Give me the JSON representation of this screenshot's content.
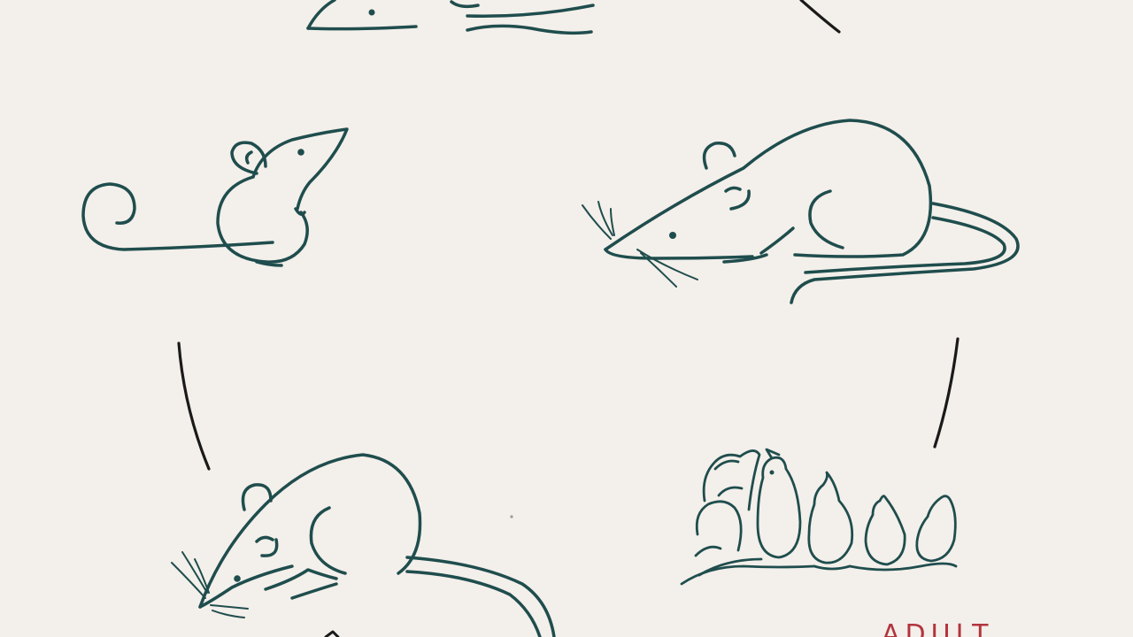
{
  "diagram": {
    "type": "life-cycle",
    "stages": [
      {
        "id": "top",
        "label": ""
      },
      {
        "id": "right-upper",
        "label": ""
      },
      {
        "id": "right-lower",
        "label": "ADULT"
      },
      {
        "id": "bottom-left",
        "label": ""
      },
      {
        "id": "left-upper",
        "label": ""
      }
    ]
  },
  "colors": {
    "background": "#f3efea",
    "line": "#1f4d4d",
    "connector": "#1a1a1a",
    "label": "#b3343d"
  },
  "icons": [
    "mouse-sitting-icon",
    "rat-adult-icon",
    "litter-pups-icon",
    "rat-crouching-icon",
    "mouse-top-icon"
  ]
}
